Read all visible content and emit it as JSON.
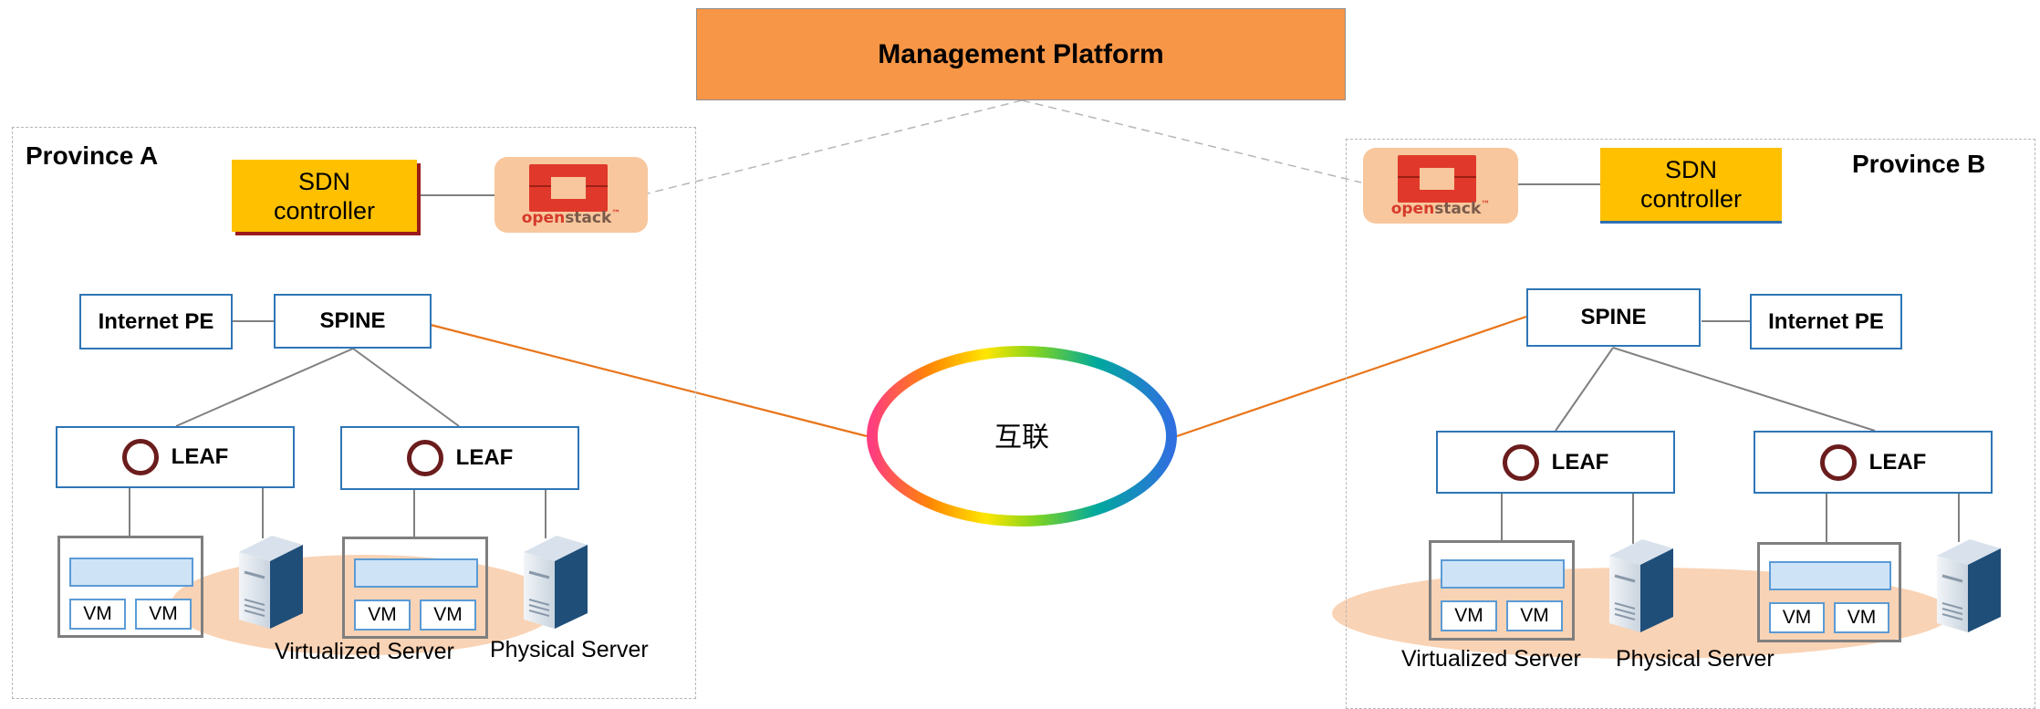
{
  "management_platform": "Management Platform",
  "interconnect_label": "互联",
  "colors": {
    "orange": "#f79646",
    "sdn_yellow": "#ffc000",
    "openstack_bg": "#f8c79d",
    "box_border": "#2e75b6",
    "link_orange": "#e8751a"
  },
  "province_a": {
    "label": "Province A",
    "sdn": {
      "line1": "SDN",
      "line2": "controller"
    },
    "openstack": {
      "prefix": "open",
      "suffix": "stack",
      "tm": "™"
    },
    "internet_pe": "Internet PE",
    "spine": "SPINE",
    "leaf1": "LEAF",
    "leaf2": "LEAF",
    "vm_labels": [
      "VM",
      "VM",
      "VM",
      "VM"
    ],
    "virtualized_server": "Virtualized Server",
    "physical_server": "Physical Server"
  },
  "province_b": {
    "label": "Province B",
    "sdn": {
      "line1": "SDN",
      "line2": "controller"
    },
    "openstack": {
      "prefix": "open",
      "suffix": "stack",
      "tm": "™"
    },
    "internet_pe": "Internet PE",
    "spine": "SPINE",
    "leaf1": "LEAF",
    "leaf2": "LEAF",
    "vm_labels": [
      "VM",
      "VM",
      "VM",
      "VM"
    ],
    "virtualized_server": "Virtualized Server",
    "physical_server": "Physical Server"
  }
}
